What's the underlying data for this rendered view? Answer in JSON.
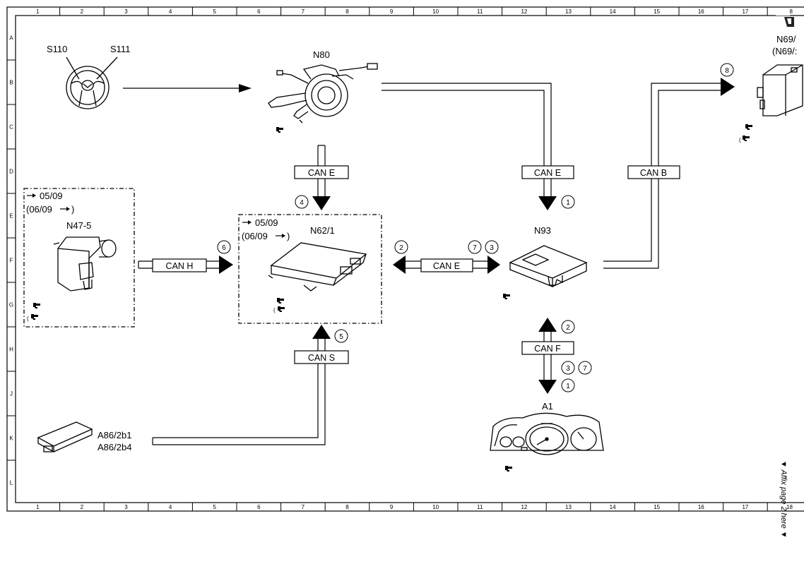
{
  "frame": {
    "columns": [
      "1",
      "2",
      "3",
      "4",
      "5",
      "6",
      "7",
      "8",
      "9",
      "10",
      "11",
      "12",
      "13",
      "14",
      "15",
      "16",
      "17",
      "18"
    ],
    "rows": [
      "A",
      "B",
      "C",
      "D",
      "E",
      "F",
      "G",
      "H",
      "J",
      "K",
      "L"
    ]
  },
  "components": {
    "s110": "S110",
    "s111": "S111",
    "n80": "N80",
    "n69_line1": "N69/",
    "n69_line2": "(N69/:",
    "n47": "N47-5",
    "n47_date1": "05/09",
    "n47_date2": "(06/09",
    "n62": "N62/1",
    "n62_date1": "05/09",
    "n62_date2": "(06/09",
    "n93": "N93",
    "a1": "A1",
    "a86_line1": "A86/2b1",
    "a86_line2": "A86/2b4"
  },
  "buses": {
    "can_e_n80": "CAN E",
    "can_e_n93": "CAN E",
    "can_b": "CAN B",
    "can_h": "CAN H",
    "can_e_link": "CAN E",
    "can_s": "CAN S",
    "can_f": "CAN F"
  },
  "callouts": {
    "c8": "8",
    "c4": "4",
    "c1_top": "1",
    "c6": "6",
    "c2_left": "2",
    "c7_top": "7",
    "c3_top": "3",
    "c5": "5",
    "c2_bottom": "2",
    "c3_bottom": "3",
    "c7_bottom": "7",
    "c1_bottom": "1"
  },
  "margin_note": "▼ Affix page 2 here ▼"
}
